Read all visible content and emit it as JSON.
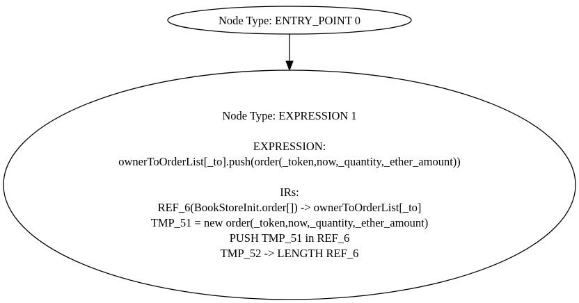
{
  "nodes": [
    {
      "id": "entry",
      "lines": [
        "Node Type: ENTRY_POINT 0"
      ]
    },
    {
      "id": "expression",
      "lines": [
        "Node Type: EXPRESSION 1",
        "",
        "EXPRESSION:",
        "ownerToOrderList[_to].push(order(_token,now,_quantity,_ether_amount))",
        "",
        "IRs:",
        "REF_6(BookStoreInit.order[]) -> ownerToOrderList[_to]",
        "TMP_51 = new order(_token,now,_quantity,_ether_amount)",
        "PUSH TMP_51 in REF_6",
        "TMP_52 -> LENGTH REF_6"
      ]
    }
  ],
  "edges": [
    {
      "from": "entry",
      "to": "expression"
    }
  ]
}
